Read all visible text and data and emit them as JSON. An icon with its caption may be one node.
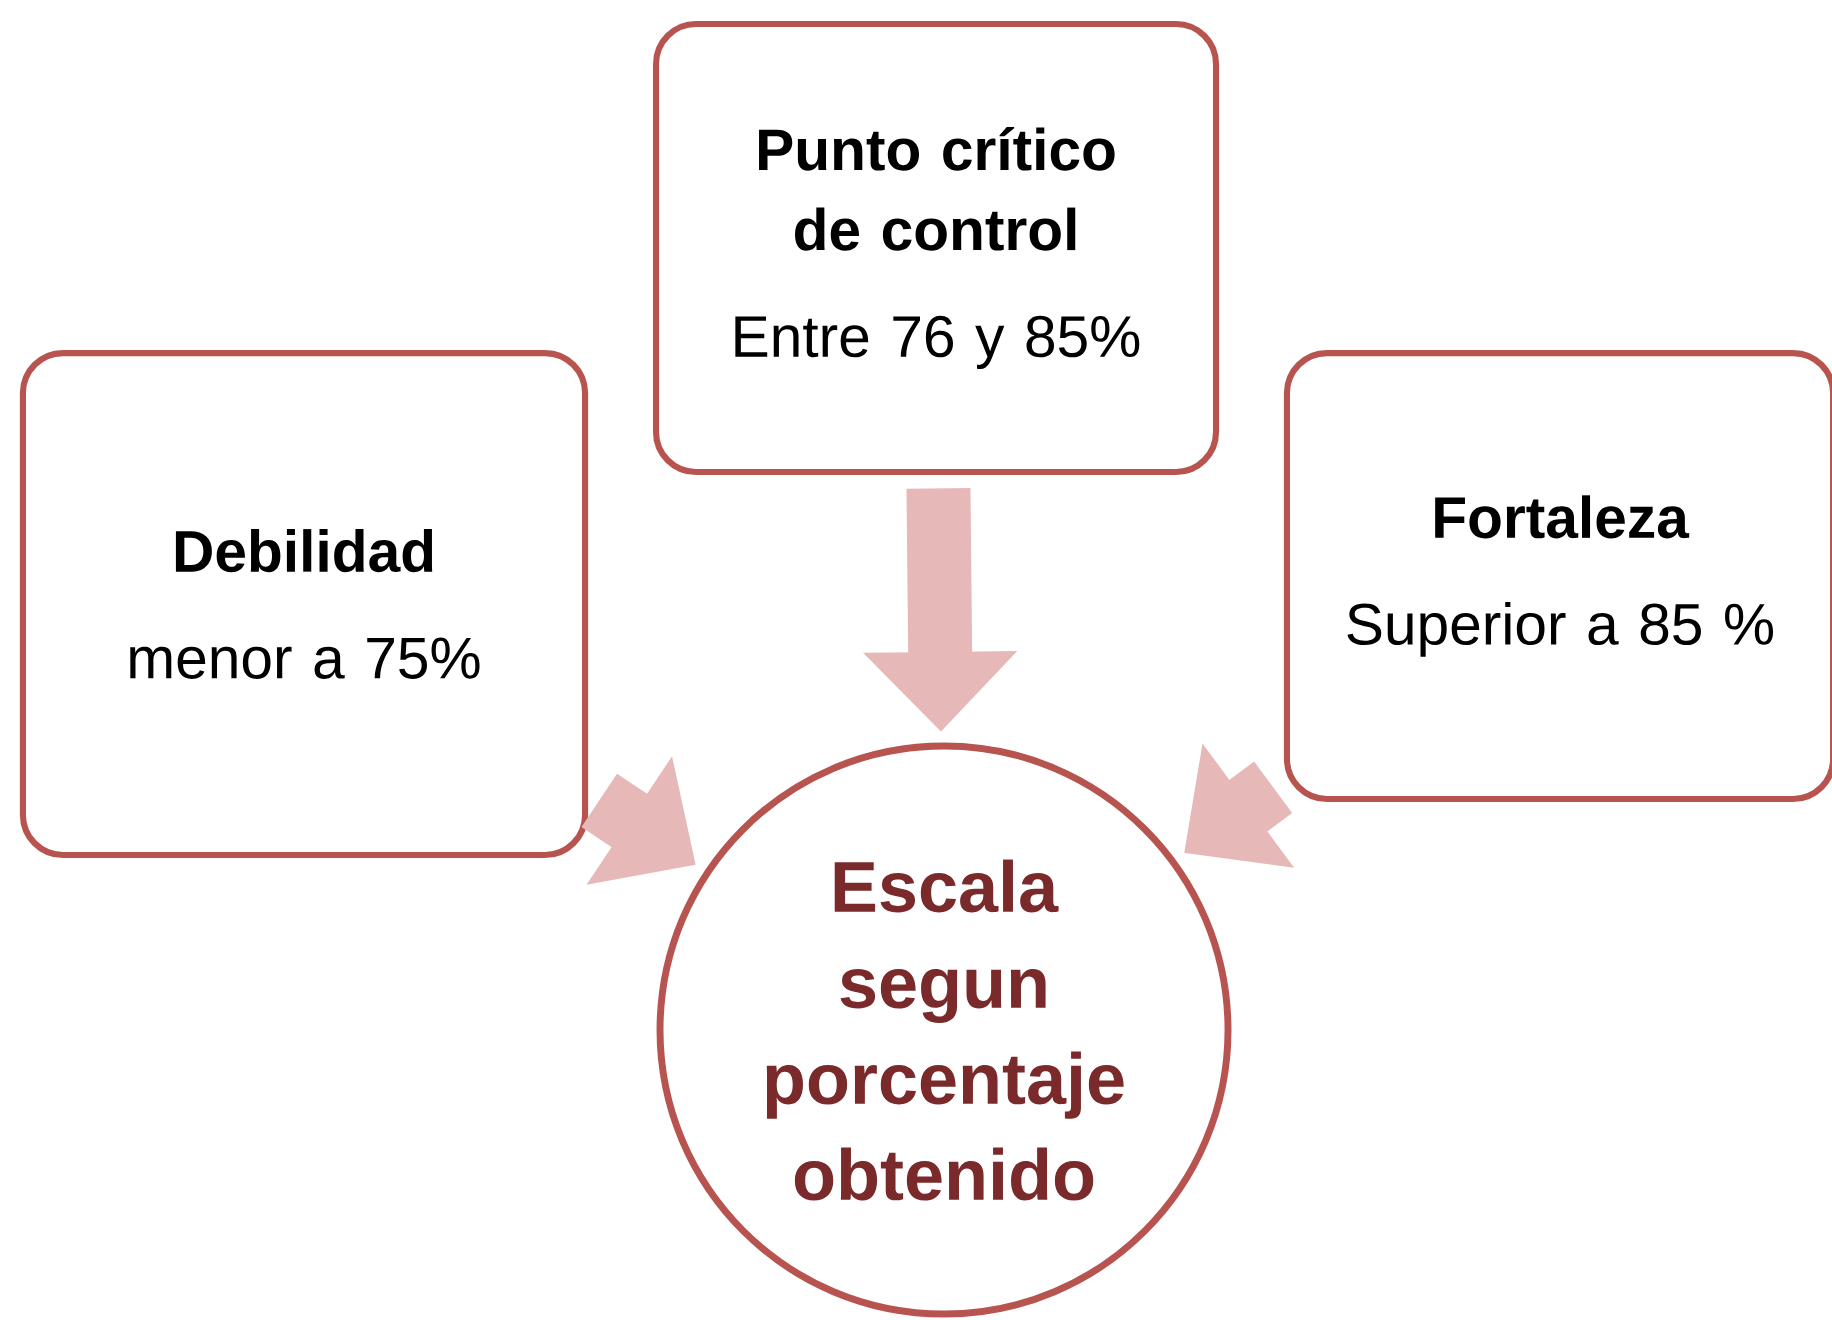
{
  "diagram": {
    "nodes": [
      {
        "text": [
          "Debilidad",
          "menor a 75%"
        ]
      },
      {
        "text": [
          "Punto crítico de control",
          "Entre 76 y 85%"
        ]
      },
      {
        "text": [
          "Fortaleza",
          "Superior a 85 %"
        ]
      },
      {
        "text": [
          "Escala segun porcentaje obtenido"
        ]
      }
    ],
    "edges": [
      {
        "from": 0,
        "to": 3,
        "arrow": "to"
      },
      {
        "from": 1,
        "to": 3,
        "arrow": "to"
      },
      {
        "from": 2,
        "to": 3,
        "arrow": "to"
      }
    ]
  }
}
